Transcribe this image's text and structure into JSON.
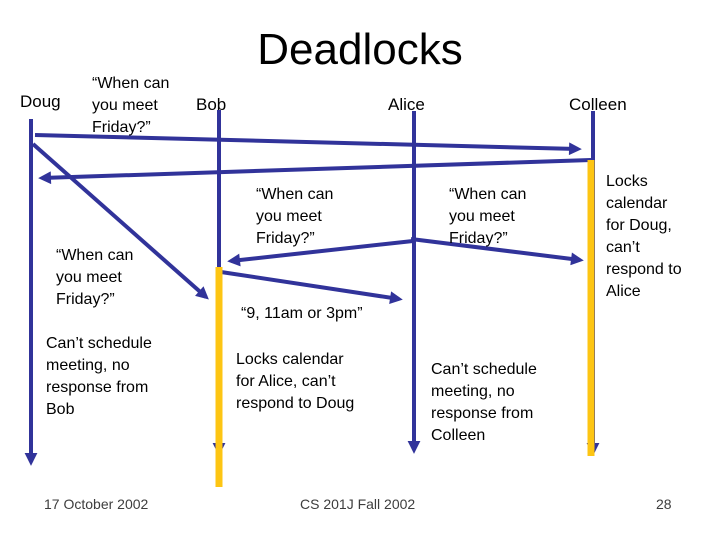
{
  "slide": {
    "title": "Deadlocks",
    "footer": {
      "date": "17 October 2002",
      "course": "CS 201J Fall 2002",
      "page_number": "28"
    }
  },
  "actors": {
    "doug": {
      "label": "Doug",
      "status": "Can’t schedule\nmeeting, no\nresponse from\nBob"
    },
    "bob": {
      "label": "Bob",
      "status": "Locks calendar\nfor Alice, can’t\nrespond to Doug"
    },
    "alice": {
      "label": "Alice",
      "status": "Can’t schedule\nmeeting, no\nresponse from\nColleen"
    },
    "colleen": {
      "label": "Colleen",
      "status": "Locks\ncalendar\nfor Doug,\ncan’t\nrespond to\nAlice"
    }
  },
  "messages": {
    "top_left": "“When can\nyou meet\nFriday?”",
    "left": "“When can\nyou meet\nFriday?”",
    "center": "“When can\nyou meet\nFriday?”",
    "right": "“When can\nyou meet\nFriday?”",
    "bob_reply": "“9, 11am or 3pm”"
  },
  "colors": {
    "arrow_blue": "#31339A",
    "locked_yellow": "#FDC513"
  }
}
